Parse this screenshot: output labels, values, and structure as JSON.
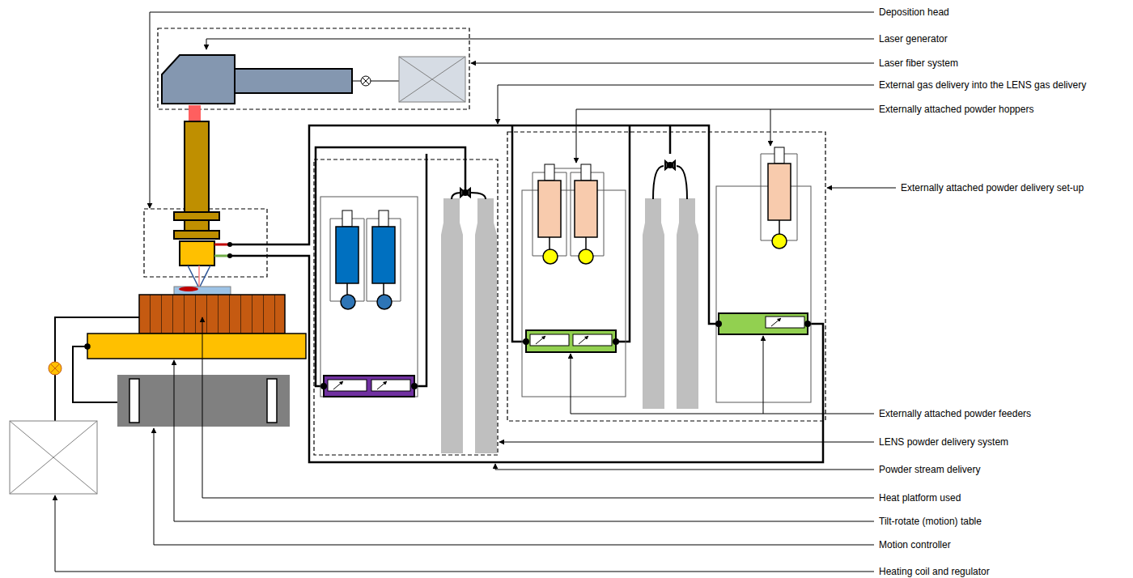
{
  "diagram": {
    "labels": [
      "Deposition head",
      "Laser generator",
      "Laser fiber system",
      "External gas delivery into the LENS gas delivery",
      "Externally attached powder hoppers",
      "Externally attached powder delivery set-up",
      "Externally attached powder feeders",
      "LENS powder delivery system",
      "Powder stream delivery",
      "Heat platform used",
      "Tilt-rotate (motion) table",
      "Motion controller",
      "Heating coil and regulator"
    ]
  }
}
